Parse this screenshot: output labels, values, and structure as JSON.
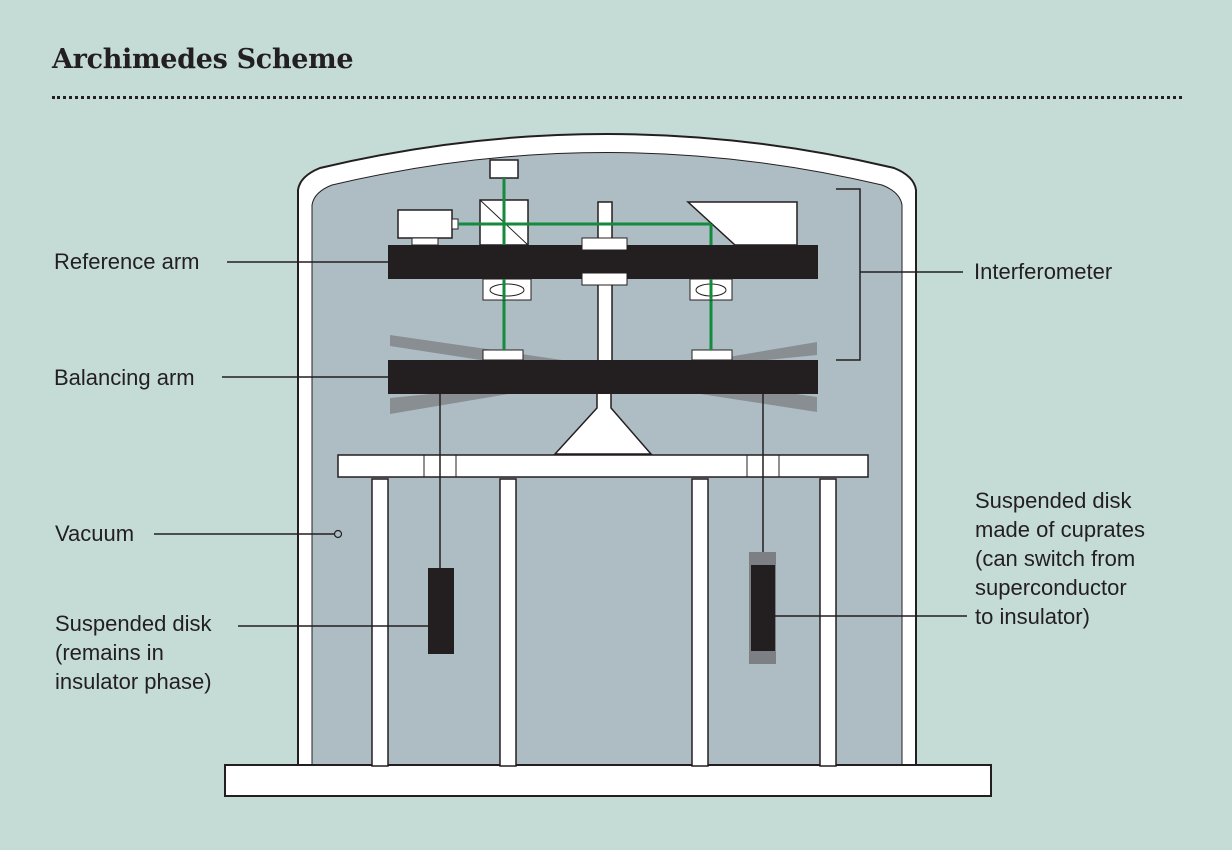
{
  "title": "Archimedes Scheme",
  "labels": {
    "reference_arm": "Reference arm",
    "balancing_arm": "Balancing arm",
    "vacuum": "Vacuum",
    "suspended_disk_left": "Suspended disk\n(remains in\ninsulator phase)",
    "interferometer": "Interferometer",
    "suspended_disk_right": "Suspended disk\nmade of cuprates\n(can switch from\nsuperconductor\nto insulator)"
  },
  "colors": {
    "background": "#c5dbd5",
    "vacuum": "#aebcc3",
    "arm": "#231f20",
    "laser_beam": "#138a3c",
    "frame": "#ffffff"
  }
}
